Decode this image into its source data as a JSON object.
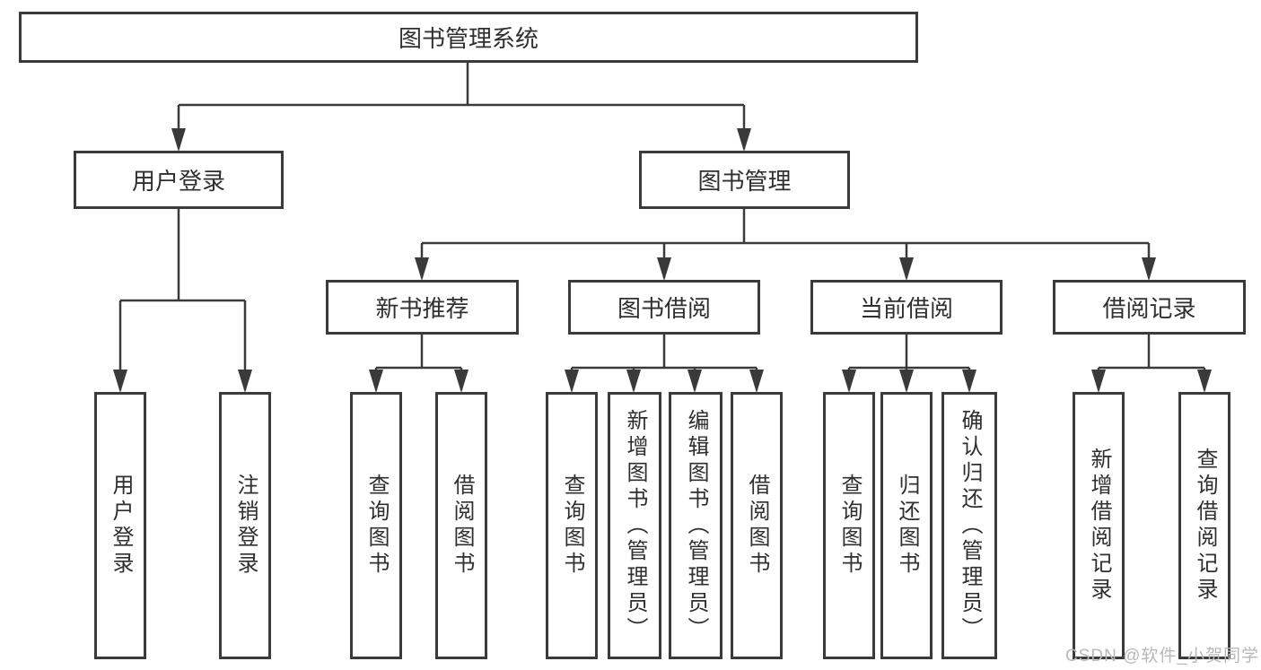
{
  "diagram": {
    "root": {
      "label": "图书管理系统"
    },
    "branches": {
      "user_login": {
        "label": "用户登录",
        "children": [
          "用户登录",
          "注销登录"
        ]
      },
      "book_management": {
        "label": "图书管理",
        "sections": {
          "new_books": {
            "label": "新书推荐",
            "children": [
              "查询图书",
              "借阅图书"
            ]
          },
          "book_borrow": {
            "label": "图书借阅",
            "children": [
              "查询图书",
              "新增图书（管理员）",
              "编辑图书（管理员）",
              "借阅图书"
            ]
          },
          "current_borrow": {
            "label": "当前借阅",
            "children": [
              "查询图书",
              "归还图书",
              "确认归还（管理员）"
            ]
          },
          "borrow_records": {
            "label": "借阅记录",
            "children": [
              "新增借阅记录",
              "查询借阅记录"
            ]
          }
        }
      }
    }
  },
  "watermark": {
    "text": "CSDN @软件_小贺同学"
  },
  "colors": {
    "line": "#3a3a3a",
    "box_border": "#3a3a3a",
    "box_fill": "#ffffff",
    "text": "#2f2f2f",
    "watermark": "#b8b8b8",
    "background": "#ffffff"
  }
}
